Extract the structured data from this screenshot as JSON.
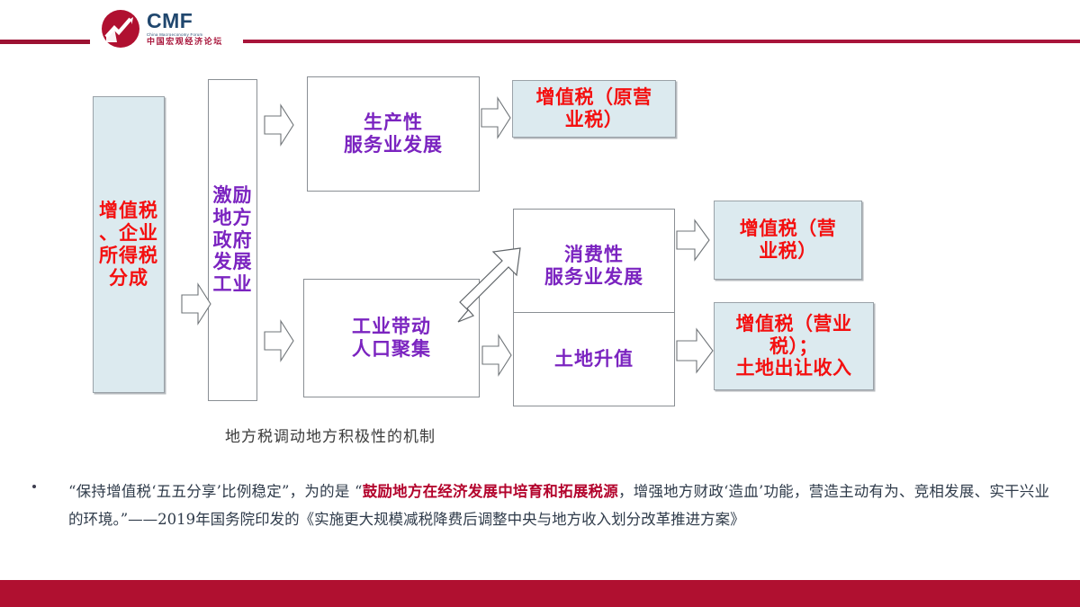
{
  "header": {
    "logo": {
      "icon": "cmf-circle-chart-logo",
      "acronym": "CMF",
      "english_name": "China Macroeconomy Forum",
      "chinese_name": "中国宏观经济论坛"
    },
    "rule_color": "#a8143a"
  },
  "footer": {
    "bar_color": "#b01030"
  },
  "diagram": {
    "caption": "地方税调动地方积极性的机制",
    "colors": {
      "source_text": "#f41010",
      "process_text": "#7b24c0",
      "fill": "#dceaef",
      "border": "#8a8f94"
    },
    "nodes": [
      {
        "id": "share",
        "label": "增值税\n、企业\n所得税\n分成",
        "style": "filled",
        "text_color": "red"
      },
      {
        "id": "incentive",
        "label": "激励\n地方\n政府\n发展\n工业",
        "style": "plain",
        "text_color": "purple"
      },
      {
        "id": "prod-service",
        "label": "生产性\n服务业发展",
        "style": "plain",
        "text_color": "purple"
      },
      {
        "id": "vat-former",
        "label": "增值税（原营\n业税）",
        "style": "filled",
        "text_color": "red"
      },
      {
        "id": "cons-service",
        "label": "消费性\n服务业发展",
        "style": "plain",
        "text_color": "purple"
      },
      {
        "id": "vat-business",
        "label": "增值税（营\n业税）",
        "style": "filled",
        "text_color": "red"
      },
      {
        "id": "industry-pop",
        "label": "工业带动\n人口聚集",
        "style": "plain",
        "text_color": "purple"
      },
      {
        "id": "land-value",
        "label": "土地升值",
        "style": "plain",
        "text_color": "purple"
      },
      {
        "id": "vat-land",
        "label": "增值税（营业\n税）；\n土地出让收入",
        "style": "filled",
        "text_color": "red"
      }
    ]
  },
  "bullet": {
    "marker": "•",
    "segments": [
      {
        "text": "“保持增值税‘五五分享’比例稳定”，为的是 “",
        "highlight": false
      },
      {
        "text": "鼓励地方在经济发展中培育和拓展税源",
        "highlight": true
      },
      {
        "text": "，增强地方财政‘造血’功能，营造主动有为、竞相发展、实干兴业的环境。”——2019年国务院印发的《实施更大规模减税降费后调整中央与地方收入划分改革推进方案》",
        "highlight": false
      }
    ]
  }
}
